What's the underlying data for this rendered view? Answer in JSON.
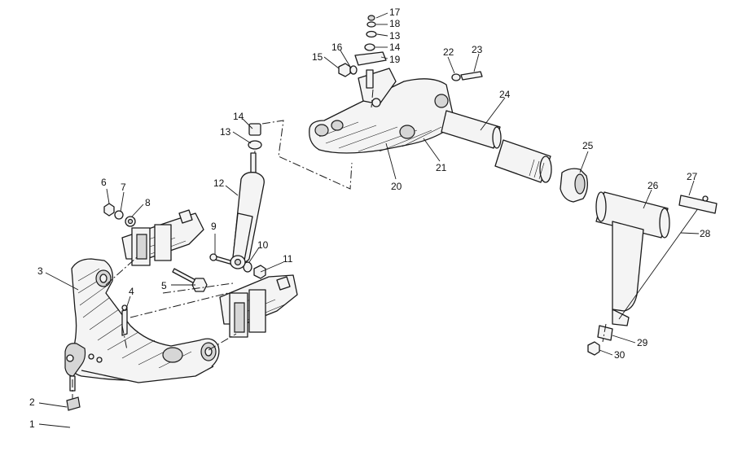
{
  "labels": {
    "n1": "1",
    "n2": "2",
    "n3": "3",
    "n4": "4",
    "n5": "5",
    "n6": "6",
    "n7": "7",
    "n8": "8",
    "n9": "9",
    "n10": "10",
    "n11": "11",
    "n12": "12",
    "n13a": "13",
    "n14a": "14",
    "n13b": "13",
    "n14b": "14",
    "n15": "15",
    "n16": "16",
    "n17": "17",
    "n18": "18",
    "n19": "19",
    "n20": "20",
    "n21": "21",
    "n22": "22",
    "n23": "23",
    "n24": "24",
    "n25": "25",
    "n26": "26",
    "n27": "27",
    "n28": "28",
    "n29": "29",
    "n30": "30"
  }
}
